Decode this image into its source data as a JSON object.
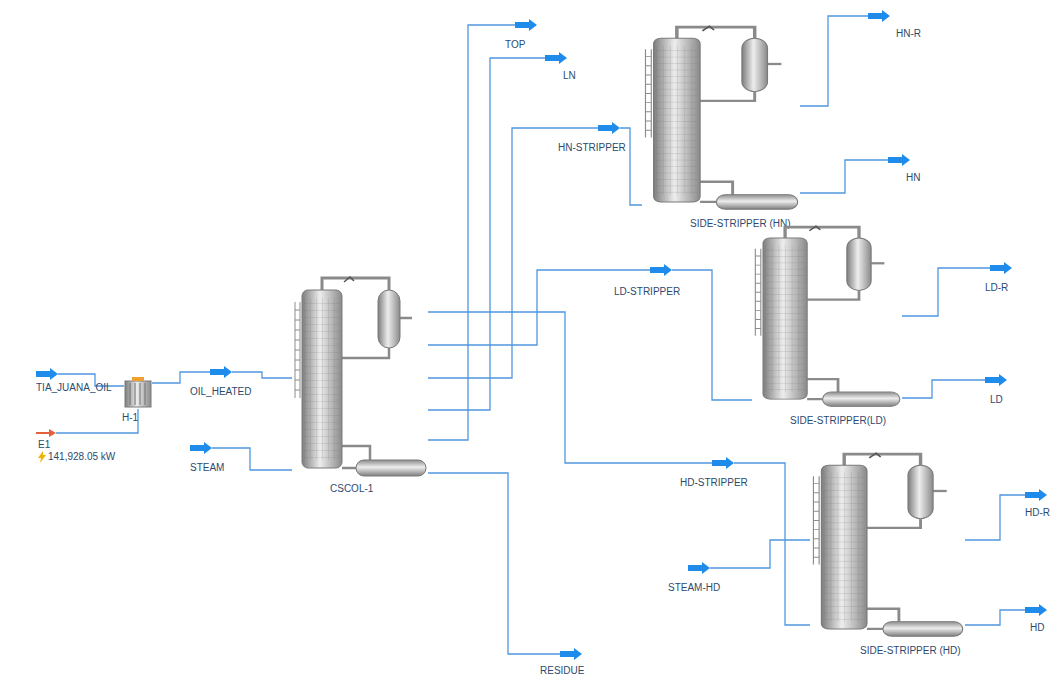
{
  "diagram": {
    "nodes": [
      {
        "text": [
          "TIA_JUANA_OIL"
        ]
      },
      {
        "text": [
          "E1",
          "141,928.05 kW"
        ]
      },
      {
        "text": [
          "H-1"
        ]
      },
      {
        "text": [
          "OIL_HEATED"
        ]
      },
      {
        "text": [
          "STEAM"
        ]
      },
      {
        "text": [
          "CSCOL-1"
        ]
      },
      {
        "text": [
          "TOP"
        ]
      },
      {
        "text": [
          "LN"
        ]
      },
      {
        "text": [
          "HN-STRIPPER"
        ]
      },
      {
        "text": [
          "SIDE-STRIPPER (HN)"
        ]
      },
      {
        "text": [
          "HN-R"
        ]
      },
      {
        "text": [
          "HN"
        ]
      },
      {
        "text": [
          "LD-STRIPPER"
        ]
      },
      {
        "text": [
          "SIDE-STRIPPER(LD)"
        ]
      },
      {
        "text": [
          "LD-R"
        ]
      },
      {
        "text": [
          "LD"
        ]
      },
      {
        "text": [
          "HD-STRIPPER"
        ]
      },
      {
        "text": [
          "STEAM-HD"
        ]
      },
      {
        "text": [
          "SIDE-STRIPPER (HD)"
        ]
      },
      {
        "text": [
          "HD-R"
        ]
      },
      {
        "text": [
          "HD"
        ]
      },
      {
        "text": [
          "RESIDUE"
        ]
      }
    ],
    "edges": [
      {
        "from": 0,
        "to": 2,
        "arrow": "none"
      },
      {
        "from": 1,
        "to": 2,
        "arrow": "none"
      },
      {
        "from": 2,
        "to": 3,
        "arrow": "none"
      },
      {
        "from": 3,
        "to": 5,
        "arrow": "none"
      },
      {
        "from": 4,
        "to": 5,
        "arrow": "none"
      },
      {
        "from": 5,
        "to": 6,
        "arrow": "none"
      },
      {
        "from": 5,
        "to": 7,
        "arrow": "none"
      },
      {
        "from": 5,
        "to": 8,
        "arrow": "none"
      },
      {
        "from": 5,
        "to": 12,
        "arrow": "none"
      },
      {
        "from": 5,
        "to": 16,
        "arrow": "none"
      },
      {
        "from": 5,
        "to": 21,
        "arrow": "none"
      },
      {
        "from": 8,
        "to": 9,
        "arrow": "none"
      },
      {
        "from": 9,
        "to": 10,
        "arrow": "none"
      },
      {
        "from": 9,
        "to": 11,
        "arrow": "none"
      },
      {
        "from": 12,
        "to": 13,
        "arrow": "none"
      },
      {
        "from": 13,
        "to": 14,
        "arrow": "none"
      },
      {
        "from": 13,
        "to": 15,
        "arrow": "none"
      },
      {
        "from": 16,
        "to": 18,
        "arrow": "none"
      },
      {
        "from": 17,
        "to": 18,
        "arrow": "none"
      },
      {
        "from": 18,
        "to": 19,
        "arrow": "none"
      },
      {
        "from": 18,
        "to": 20,
        "arrow": "none"
      }
    ]
  }
}
